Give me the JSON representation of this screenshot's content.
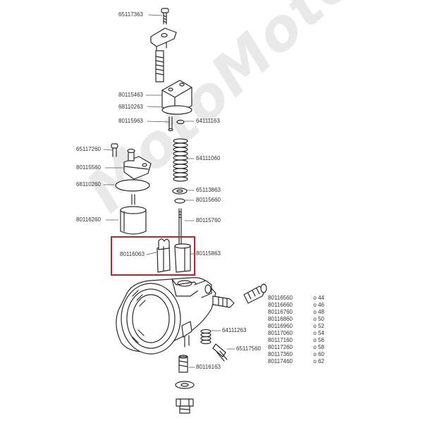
{
  "watermark": {
    "text": "MotoMoto",
    "color": "#b4b4b4"
  },
  "highlight": {
    "color": "#d11a2a",
    "part": "80116063"
  },
  "callouts": {
    "c65117363": "65117363",
    "c80115463": "80115463",
    "c68110263": "68110263",
    "c80115963": "80115963",
    "c64111163": "64111163",
    "c64111060": "64111060",
    "c65117260": "65117260",
    "c80115560": "80115560",
    "c68110260": "68110260",
    "c65113863": "65113863",
    "c80115660": "80115660",
    "c80116260": "80116260",
    "c80115760": "80115760",
    "c80116063": "80116063",
    "c80115863": "80115863",
    "c64111263": "64111263",
    "c65117560": "65117560",
    "c80116163": "80116163"
  },
  "jet_sizes": [
    {
      "code": "80116560",
      "size": "o 44"
    },
    {
      "code": "80116660",
      "size": "o 46"
    },
    {
      "code": "80116760",
      "size": "o 48"
    },
    {
      "code": "80116860",
      "size": "o 50"
    },
    {
      "code": "80116960",
      "size": "o 52"
    },
    {
      "code": "80117060",
      "size": "o 54"
    },
    {
      "code": "80117160",
      "size": "o 56"
    },
    {
      "code": "80117260",
      "size": "o 58"
    },
    {
      "code": "80117360",
      "size": "o 60"
    },
    {
      "code": "80117460",
      "size": "o 62"
    }
  ]
}
